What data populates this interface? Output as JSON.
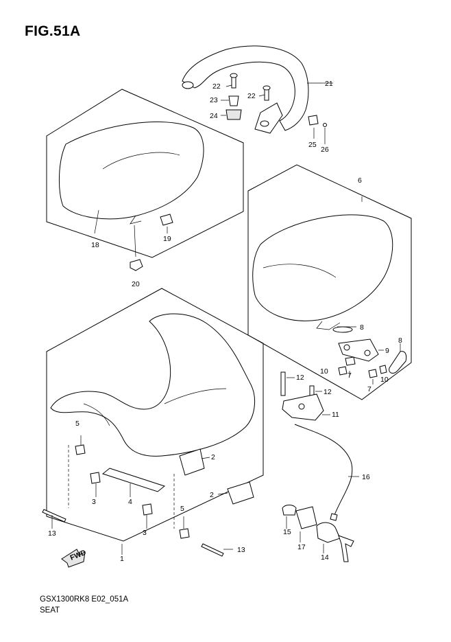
{
  "figure": {
    "title": "FIG.51A",
    "footer_code": "GSX1300RK8 E02_051A",
    "footer_name": "SEAT"
  },
  "fwd_label": "FWD",
  "callouts": {
    "c1": "1",
    "c2a": "2",
    "c2b": "2",
    "c3a": "3",
    "c3b": "3",
    "c4": "4",
    "c5a": "5",
    "c5b": "5",
    "c6": "6",
    "c7a": "7",
    "c7b": "7",
    "c8a": "8",
    "c8b": "8",
    "c9": "9",
    "c10a": "10",
    "c10b": "10",
    "c11": "11",
    "c12a": "12",
    "c12b": "12",
    "c13a": "13",
    "c13b": "13",
    "c14": "14",
    "c15": "15",
    "c16": "16",
    "c17": "17",
    "c18": "18",
    "c19": "19",
    "c20": "20",
    "c21": "21",
    "c22a": "22",
    "c22b": "22",
    "c23": "23",
    "c24": "24",
    "c25": "25",
    "c26": "26"
  }
}
